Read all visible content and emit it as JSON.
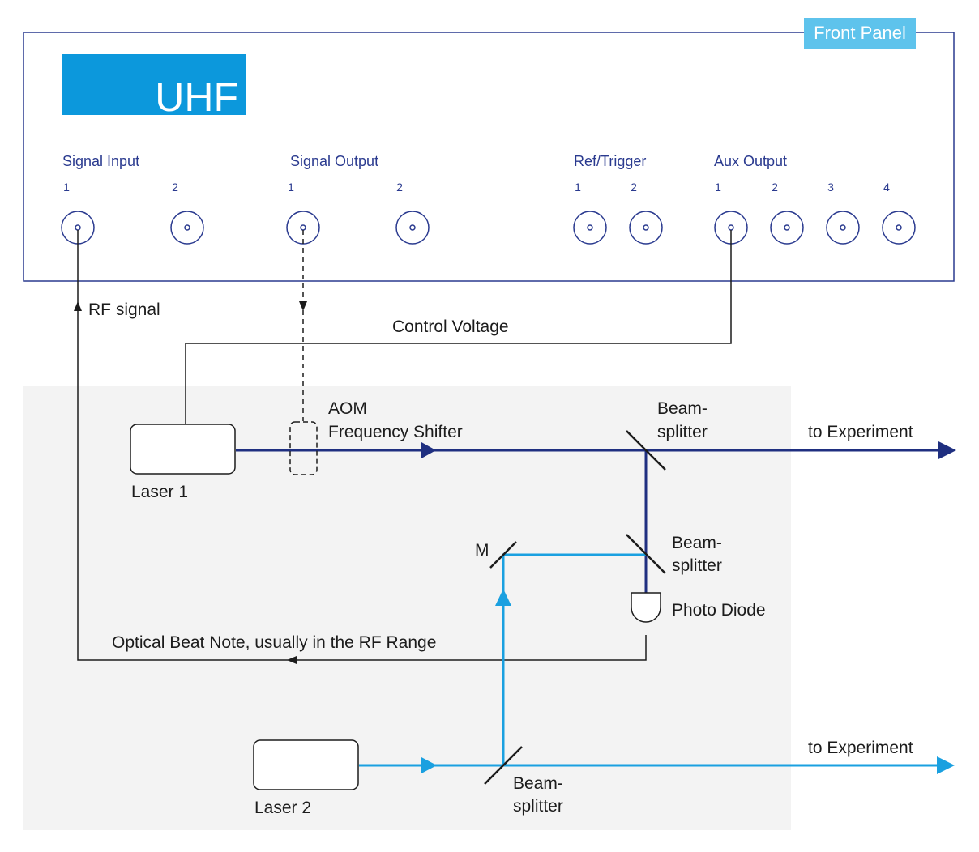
{
  "front_panel": {
    "badge": "Front Panel",
    "logo": "UHF",
    "groups": [
      {
        "label": "Signal Input",
        "ports": [
          "1",
          "2"
        ]
      },
      {
        "label": "Signal Output",
        "ports": [
          "1",
          "2"
        ]
      },
      {
        "label": "Ref/Trigger",
        "ports": [
          "1",
          "2"
        ]
      },
      {
        "label": "Aux Output",
        "ports": [
          "1",
          "2",
          "3",
          "4"
        ]
      }
    ]
  },
  "labels": {
    "rf_signal": "RF signal",
    "control_voltage": "Control Voltage",
    "aom_line1": "AOM",
    "aom_line2": "Frequency Shifter",
    "bs_top_1": "Beam-",
    "bs_top_2": "splitter",
    "to_experiment_1": "to Experiment",
    "laser1": "Laser 1",
    "mirror": "M",
    "bs_mid_1": "Beam-",
    "bs_mid_2": "splitter",
    "photo_diode": "Photo Diode",
    "beat_note": "Optical Beat Note, usually in the RF Range",
    "laser2": "Laser 2",
    "bs_bottom_1": "Beam-",
    "bs_bottom_2": "splitter",
    "to_experiment_2": "to Experiment"
  },
  "colors": {
    "laser1_beam": "#1f2f80",
    "laser2_beam": "#1aa0e0",
    "logo_bg": "#0c98dc",
    "badge_bg": "#5ec3ec",
    "panel_border": "#2a3a8f",
    "optics_bg": "#f3f3f3"
  }
}
